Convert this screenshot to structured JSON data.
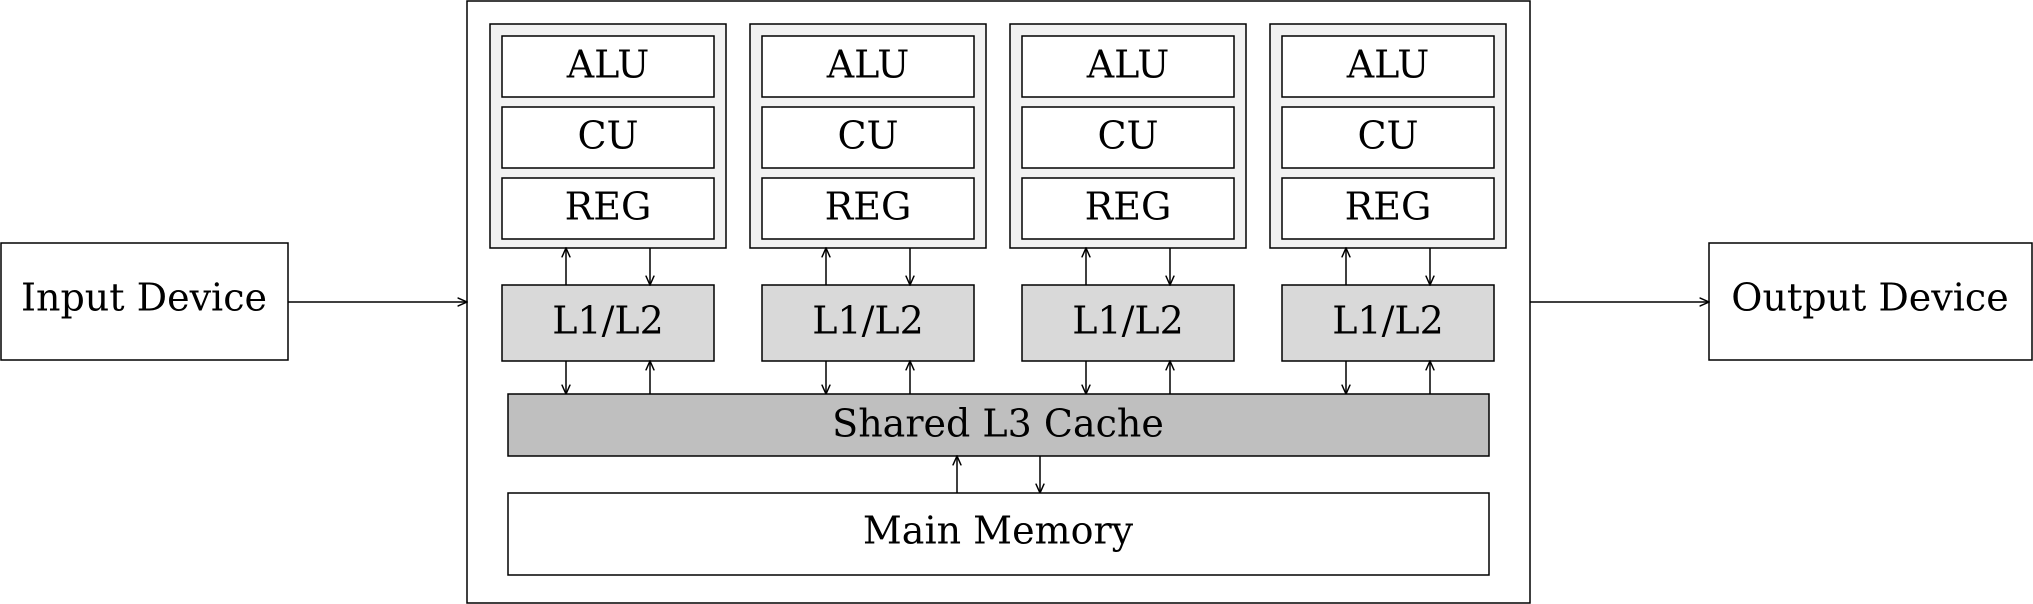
{
  "input_device": "Input Device",
  "output_device": "Output Device",
  "cores": [
    {
      "alu": "ALU",
      "cu": "CU",
      "reg": "REG",
      "cache": "L1/L2"
    },
    {
      "alu": "ALU",
      "cu": "CU",
      "reg": "REG",
      "cache": "L1/L2"
    },
    {
      "alu": "ALU",
      "cu": "CU",
      "reg": "REG",
      "cache": "L1/L2"
    },
    {
      "alu": "ALU",
      "cu": "CU",
      "reg": "REG",
      "cache": "L1/L2"
    }
  ],
  "shared_cache": "Shared L3 Cache",
  "main_memory": "Main Memory",
  "colors": {
    "core_fill": "#f2f2f2",
    "l1l2_fill": "#d9d9d9",
    "l3_fill": "#bfbfbf",
    "stroke": "#000000"
  }
}
